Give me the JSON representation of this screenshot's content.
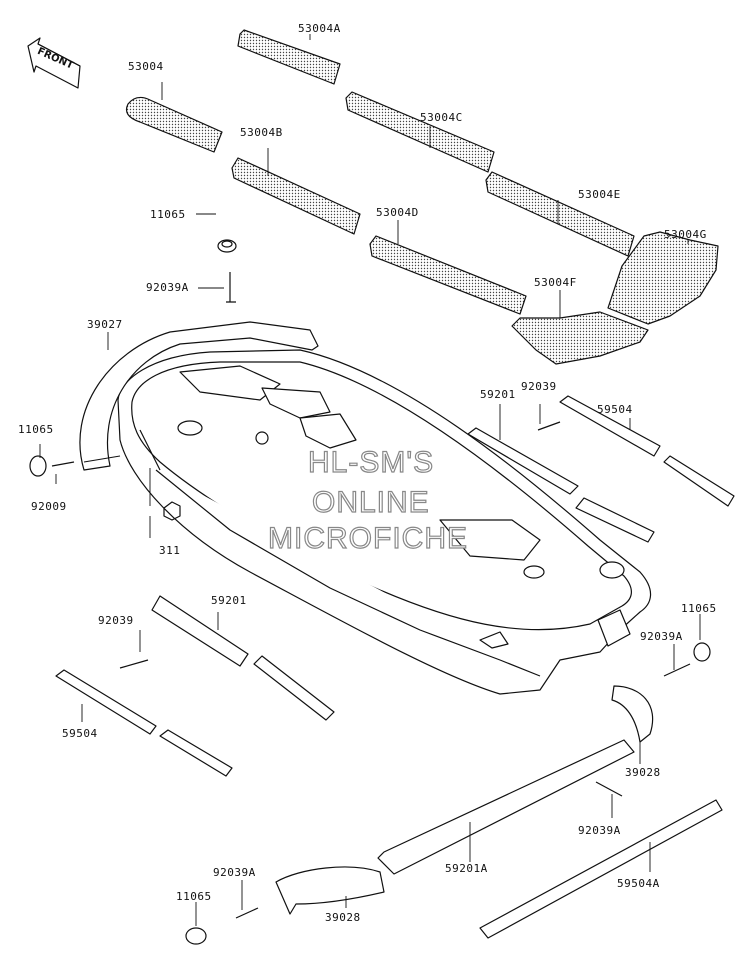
{
  "front_label": "FRONT",
  "watermark": [
    "HL-SM'S",
    "ONLINE",
    "MICROFICHE"
  ],
  "parts": {
    "p53004": "53004",
    "p53004A": "53004A",
    "p53004B": "53004B",
    "p53004C": "53004C",
    "p53004D": "53004D",
    "p53004E": "53004E",
    "p53004F": "53004F",
    "p53004G": "53004G",
    "p11065_top": "11065",
    "p92039A_top": "92039A",
    "p39027": "39027",
    "p11065_left": "11065",
    "p92009": "92009",
    "p311": "311",
    "p59201_right": "59201",
    "p92039_right": "92039",
    "p59504_right": "59504",
    "p59201_left": "59201",
    "p92039_left": "92039",
    "p59504_left": "59504",
    "p11065_right": "11065",
    "p92039A_right": "92039A",
    "p39028_right": "39028",
    "p92039A_mid": "92039A",
    "p59201A": "59201A",
    "p59504A": "59504A",
    "p92039A_bottom": "92039A",
    "p11065_bottom": "11065",
    "p39028_bottom": "39028"
  }
}
